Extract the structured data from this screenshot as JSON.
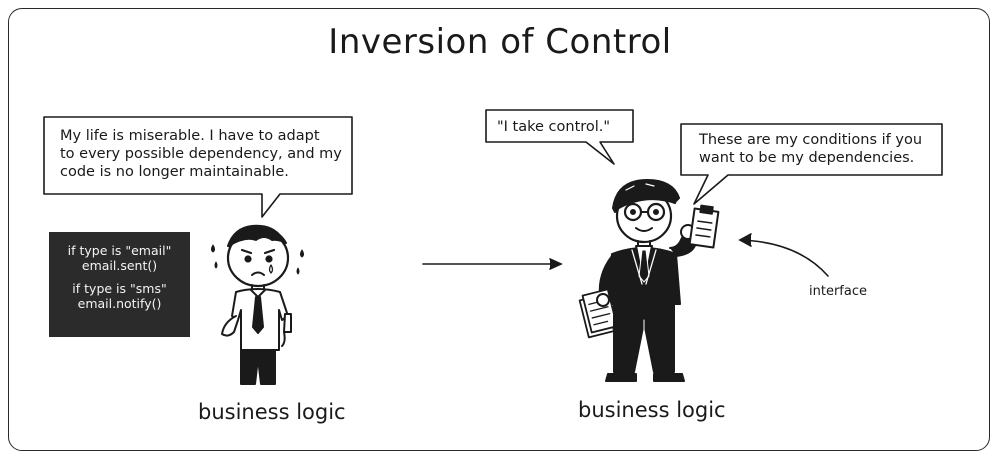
{
  "title": "Inversion of Control",
  "left": {
    "speech_lines": [
      "My life is miserable. I have to adapt",
      "to every possible dependency, and my",
      "code is no longer maintainable."
    ],
    "code_lines": [
      "if type is \"email\"",
      "email.sent()",
      "if type is \"sms\"",
      "email.notify()"
    ],
    "caption": "business logic"
  },
  "right": {
    "speech_small": "\"I take control.\"",
    "speech_lines": [
      "These are my conditions if you",
      "want to be my dependencies."
    ],
    "caption": "business logic",
    "annotation": "interface"
  },
  "colors": {
    "ink": "#1a1a1a",
    "code_bg": "#2b2b2b",
    "code_text": "#f4f4f4",
    "paper": "#ffffff"
  }
}
